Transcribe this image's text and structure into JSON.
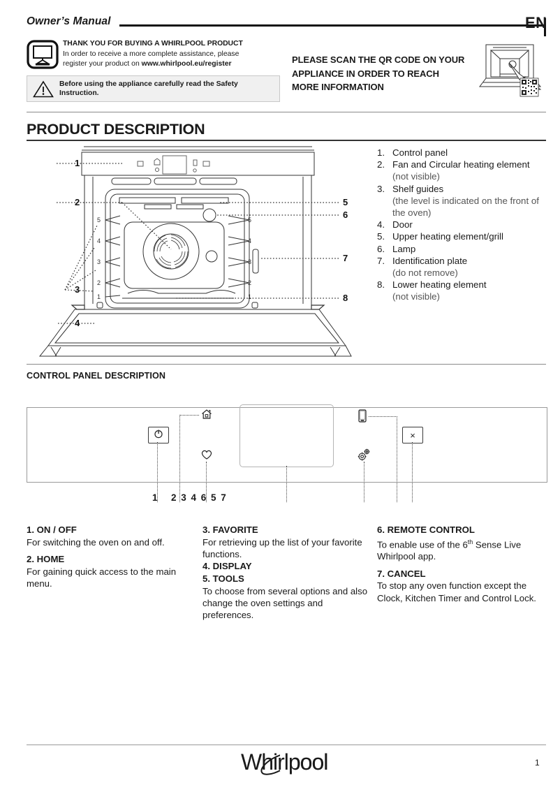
{
  "header": {
    "title": "Owner’s Manual",
    "language": "EN"
  },
  "thank_you": {
    "icon": "monitor-icon",
    "title": "THANK YOU FOR BUYING A WHIRLPOOL PRODUCT",
    "body_line1": "In order to receive a more complete assistance, please",
    "body_line2_prefix": "register your product on ",
    "register_url": "www.whirlpool.eu/register"
  },
  "safety_notice": {
    "icon": "warning-triangle-icon",
    "text": "Before using the appliance carefully read the Safety Instruction."
  },
  "qr_notice": {
    "text": "PLEASE SCAN THE QR CODE ON YOUR APPLIANCE IN ORDER TO REACH MORE INFORMATION",
    "illustration": "oven-with-qr-code-illustration"
  },
  "sections": {
    "product_description": "PRODUCT DESCRIPTION",
    "control_panel_description": "CONTROL PANEL DESCRIPTION"
  },
  "product_legend": [
    {
      "num": "1.",
      "label": "Control panel",
      "sub": ""
    },
    {
      "num": "2.",
      "label": "Fan and Circular heating element",
      "sub": "(not visible)"
    },
    {
      "num": "3.",
      "label": "Shelf guides",
      "sub": "(the level is indicated on the front of the oven)"
    },
    {
      "num": "4.",
      "label": "Door",
      "sub": ""
    },
    {
      "num": "5.",
      "label": "Upper heating element/grill",
      "sub": ""
    },
    {
      "num": "6.",
      "label": "Lamp",
      "sub": ""
    },
    {
      "num": "7.",
      "label": "Identification plate",
      "sub": "(do not remove)"
    },
    {
      "num": "8.",
      "label": "Lower heating element",
      "sub": "(not visible)"
    }
  ],
  "oven_diagram": {
    "callouts_left": [
      "1",
      "2",
      "3",
      "4"
    ],
    "callouts_right": [
      "5",
      "6",
      "7",
      "8"
    ],
    "shelf_levels_left": [
      "5",
      "4",
      "3",
      "2",
      "1"
    ],
    "shelf_levels_right": [
      "5",
      "4",
      "3",
      "2",
      "1"
    ]
  },
  "control_panel": {
    "onoff_icon": "power-icon",
    "home_icon": "home-icon",
    "favorite_icon": "heart-icon",
    "display_label": "display-screen",
    "phone_icon": "smartphone-icon",
    "tools_icon": "gears-icon",
    "cancel_icon": "close-x-icon",
    "cancel_label": "×",
    "callout_first": "1",
    "callout_group": "2 3 4 6 5 7"
  },
  "descriptions": {
    "column1": [
      {
        "head": "1. ON / OFF",
        "body": "For switching the oven on and off."
      },
      {
        "head": "2. HOME",
        "body": "For gaining quick access to the main menu."
      }
    ],
    "column2": [
      {
        "head": "3. FAVORITE",
        "body": "For retrieving up the list of your favorite functions."
      },
      {
        "head": "4. DISPLAY",
        "body": ""
      },
      {
        "head": "5. TOOLS",
        "body": "To choose from several options and also change the oven settings and preferences."
      }
    ],
    "column3": [
      {
        "head": "6. REMOTE CONTROL",
        "body_prefix": "To enable use of the 6",
        "body_sup": "th",
        "body_suffix": " Sense Live Whirlpool app."
      },
      {
        "head": "7. CANCEL",
        "body": "To stop any oven function except the Clock, Kitchen Timer and Control Lock."
      }
    ]
  },
  "footer": {
    "brand": "Whirlpool",
    "page_number": "1"
  }
}
